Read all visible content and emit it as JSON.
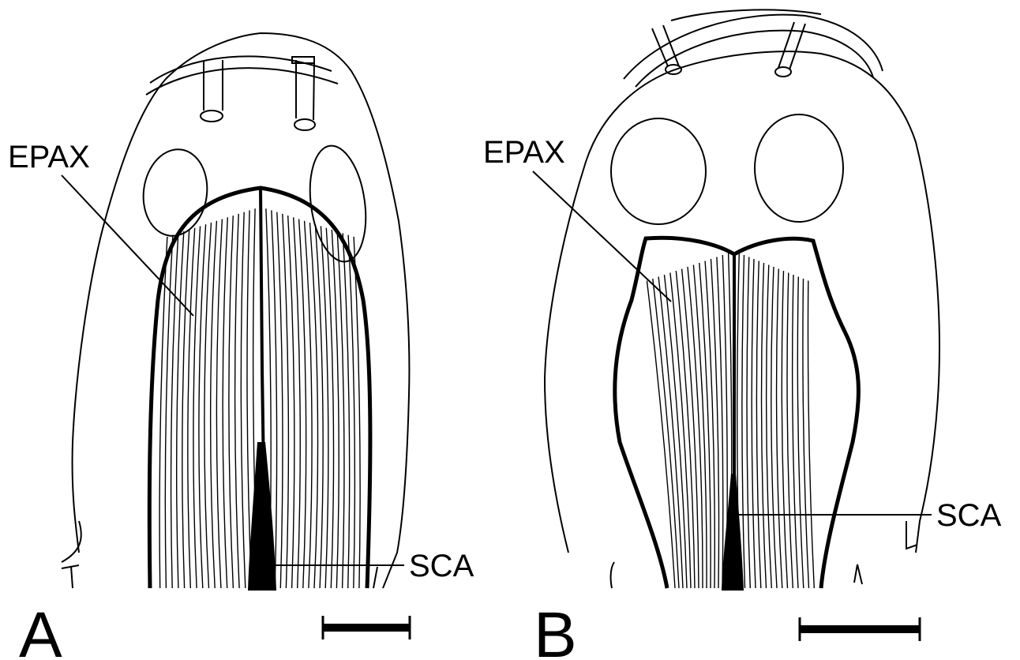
{
  "figure": {
    "panels": [
      {
        "id": "A",
        "letter": "A",
        "labels": {
          "epax": "EPAX",
          "sca": "SCA"
        }
      },
      {
        "id": "B",
        "letter": "B",
        "labels": {
          "epax": "EPAX",
          "sca": "SCA"
        }
      }
    ],
    "colors": {
      "ink": "#000000",
      "background": "#ffffff"
    }
  }
}
